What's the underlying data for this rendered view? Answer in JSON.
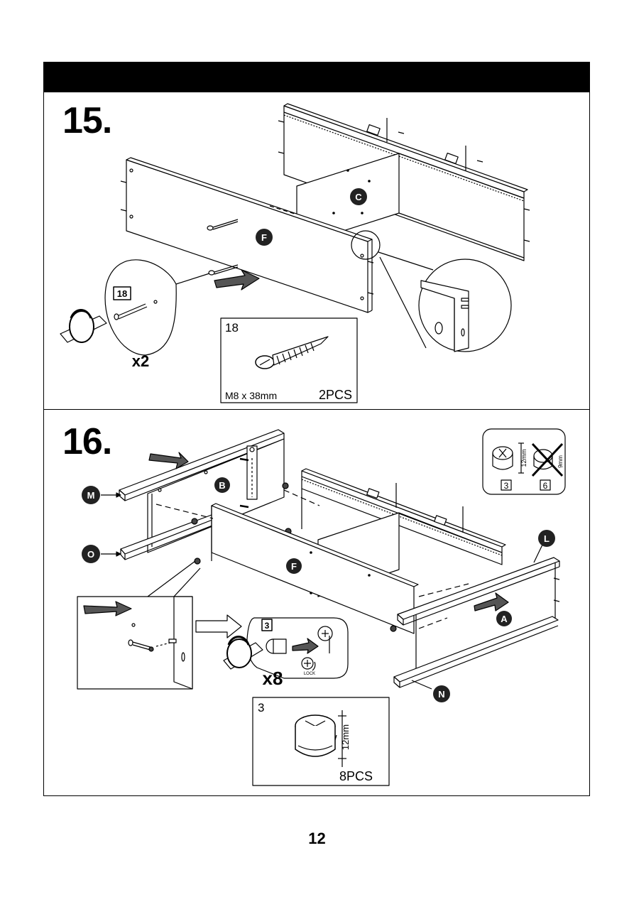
{
  "steps": [
    {
      "number": "15."
    },
    {
      "number": "16."
    }
  ],
  "step15": {
    "callout_part": "18",
    "qty": "x2",
    "panel_labels": {
      "c": "C",
      "f": "F"
    },
    "part_box": {
      "id": "18",
      "size": "M8 x 38mm",
      "qty": "2PCS"
    }
  },
  "step16": {
    "panel_labels": {
      "m": "M",
      "o": "O",
      "b": "B",
      "f": "F",
      "l": "L",
      "a": "A",
      "n": "N"
    },
    "callout_part": "3",
    "qty": "x8",
    "lock_label": "LOCK",
    "cam_check": {
      "good_id": "3",
      "bad_id": "6",
      "good_dim": "12mm",
      "bad_dim": "9mm"
    },
    "part_box": {
      "id": "3",
      "dim": "12mm",
      "qty": "8PCS"
    }
  },
  "page_number": "12"
}
